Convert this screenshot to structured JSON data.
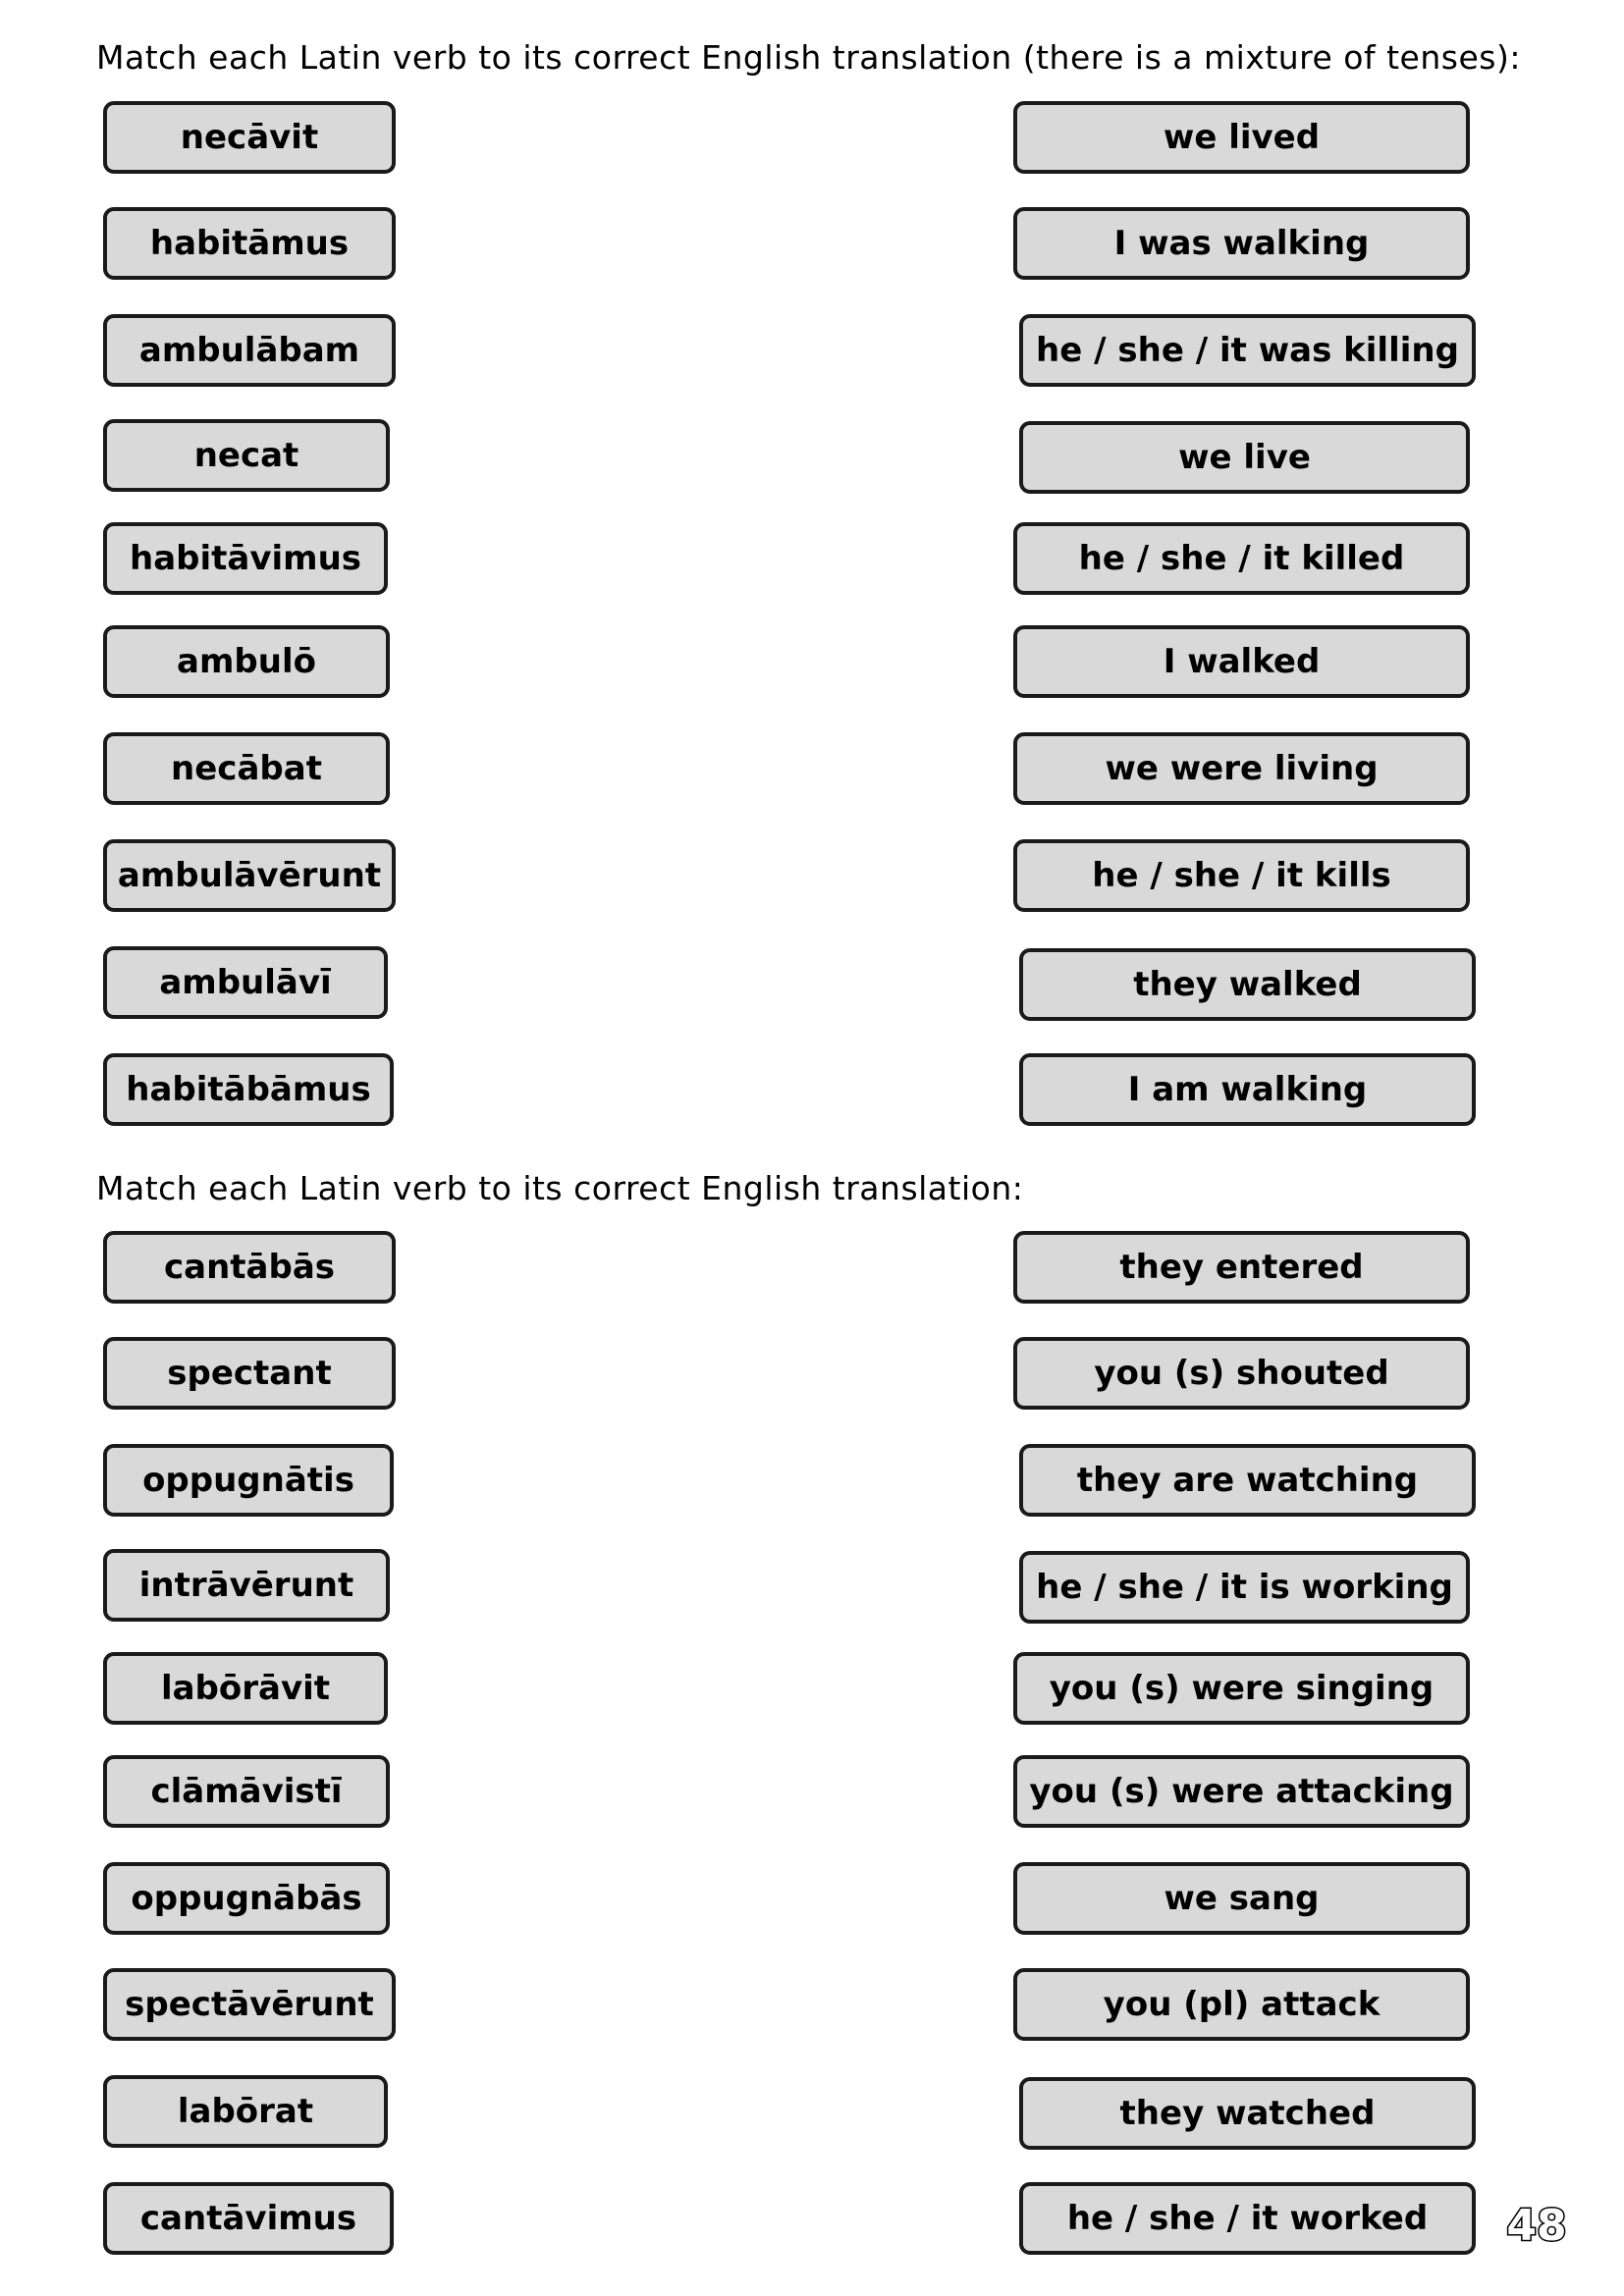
{
  "section1": {
    "instruction": "Match each Latin verb to its correct English translation (there is a mixture of tenses):",
    "latin": [
      "necāvit",
      "habitāmus",
      "ambulābam",
      "necat",
      "habitāvimus",
      "ambulō",
      "necābat",
      "ambulāvērunt",
      "ambulāvī",
      "habitābāmus"
    ],
    "english": [
      "we lived",
      "I was walking",
      "he / she / it was killing",
      "we live",
      "he / she / it killed",
      "I walked",
      "we were living",
      "he / she / it kills",
      "they walked",
      "I am walking"
    ]
  },
  "section2": {
    "instruction": "Match each Latin verb to its correct English translation:",
    "latin": [
      "cantābās",
      "spectant",
      "oppugnātis",
      "intrāvērunt",
      "labōrāvit",
      "clāmāvistī",
      "oppugnābās",
      "spectāvērunt",
      "labōrat",
      "cantāvimus"
    ],
    "english": [
      "they entered",
      "you (s) shouted",
      "they are watching",
      "he / she / it is working",
      "you (s) were singing",
      "you (s) were attacking",
      "we sang",
      "you (pl) attack",
      "they watched",
      "he / she / it worked"
    ]
  },
  "page_number": "48"
}
